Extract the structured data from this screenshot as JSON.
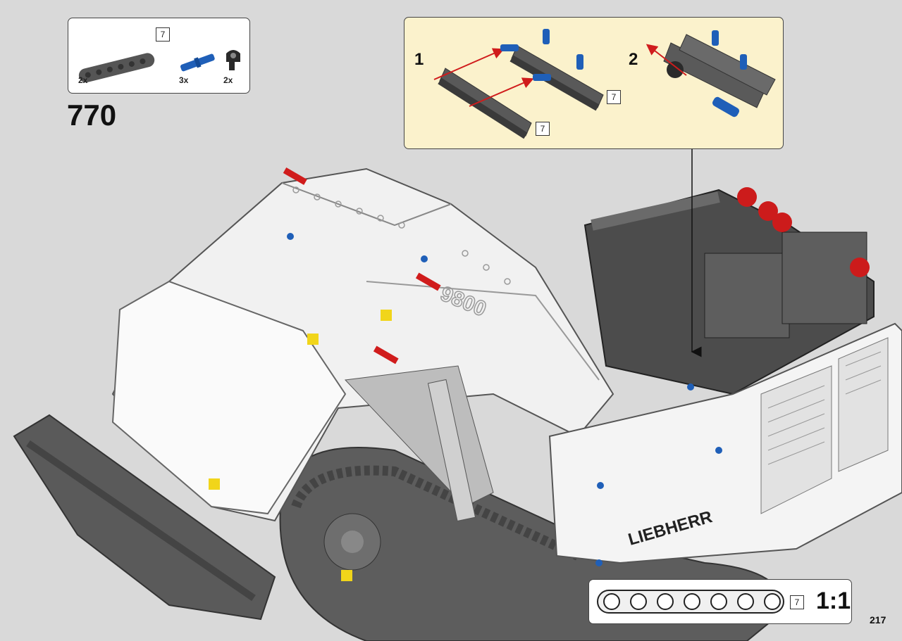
{
  "parts_list": {
    "items": [
      {
        "part": "beam-7-dark-gray",
        "icon": "liftarm-icon",
        "qty": "2x",
        "length": "7"
      },
      {
        "part": "pin-blue",
        "icon": "pin-icon",
        "qty": "3x"
      },
      {
        "part": "connector-black",
        "icon": "connector-icon",
        "qty": "2x"
      }
    ]
  },
  "step": {
    "number": "770"
  },
  "substeps": {
    "step1_label": "1",
    "step2_label": "2",
    "beam_length_a": "7",
    "beam_length_b": "7"
  },
  "scale": {
    "beam_length": "7",
    "label": "1:1"
  },
  "model": {
    "logo_text": "LIEBHERR",
    "boom_text": "9800"
  },
  "page": {
    "number": "217"
  },
  "colors": {
    "background": "#d9d9d9",
    "callout": "#fbf2cc",
    "beam": "#4f4f4f",
    "pin_blue": "#1f5fb8",
    "arrow_red": "#d01c1c"
  }
}
